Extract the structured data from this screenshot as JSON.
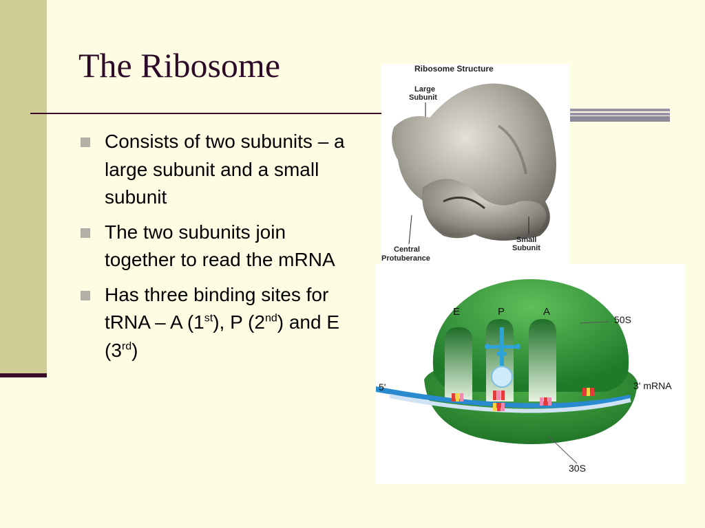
{
  "slide": {
    "title": "The Ribosome",
    "bullets": [
      {
        "text": "Consists of two subunits – a large subunit and a small subunit"
      },
      {
        "text": "The two subunits join together to read the mRNA"
      },
      {
        "text_pre": "Has three binding sites for tRNA – A (1",
        "sup_a": "st",
        "text_mid1": "), P (2",
        "sup_p": "nd",
        "text_mid2": ") and E (3",
        "sup_e": "rd",
        "text_post": ")"
      }
    ]
  },
  "structure_image": {
    "heading": "Ribosome Structure",
    "label_large_1": "Large",
    "label_large_2": "Subunit",
    "label_central_1": "Central",
    "label_central_2": "Protuberance",
    "label_small_1": "Small",
    "label_small_2": "Subunit"
  },
  "diagram_image": {
    "site_e": "E",
    "site_p": "P",
    "site_a": "A",
    "label_50s": "50S",
    "label_30s": "30S",
    "label_5prime": "5'",
    "label_3prime": "3' mRNA"
  },
  "colors": {
    "background": "#fefde3",
    "title": "#2e0a2a",
    "left_bar": "#cfcd95",
    "ribosome_green": "#2f8f34",
    "mrna_blue": "#2a8ad0",
    "trna_blue": "#2ea3d8"
  }
}
